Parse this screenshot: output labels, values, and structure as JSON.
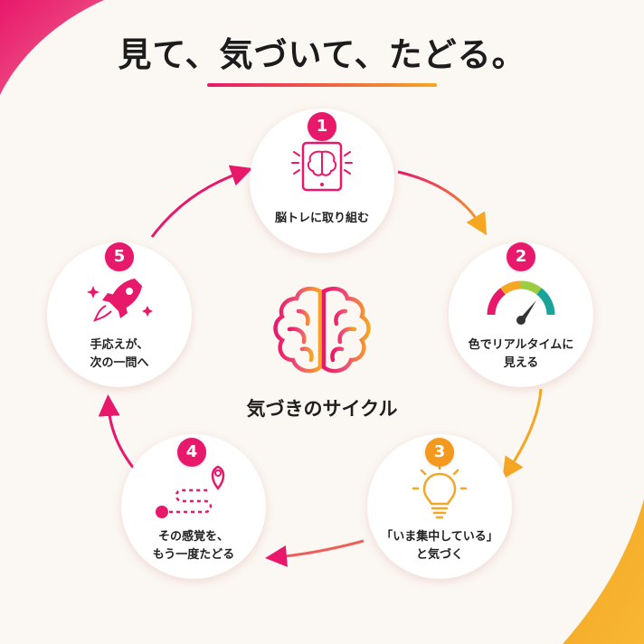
{
  "title": "見て、気づいて、たどる。",
  "center": {
    "label": "気づきのサイクル",
    "icon": "brain-icon"
  },
  "colors": {
    "pink": "#e8186b",
    "orange": "#f5a623",
    "badge_pink": "#e8186b",
    "badge_orange": "#f39a1e"
  },
  "steps": [
    {
      "number": "1",
      "label": "脳トレに取り組む",
      "icon": "tablet-brain-icon"
    },
    {
      "number": "2",
      "label_line1": "色でリアルタイムに",
      "label_line2": "見える",
      "icon": "gauge-icon"
    },
    {
      "number": "3",
      "label_line1": "「いま集中している」",
      "label_line2": "と気づく",
      "icon": "lightbulb-icon"
    },
    {
      "number": "4",
      "label_line1": "その感覚を、",
      "label_line2": "もう一度たどる",
      "icon": "route-icon"
    },
    {
      "number": "5",
      "label_line1": "手応えが、",
      "label_line2": "次の一問へ",
      "icon": "rocket-icon"
    }
  ]
}
